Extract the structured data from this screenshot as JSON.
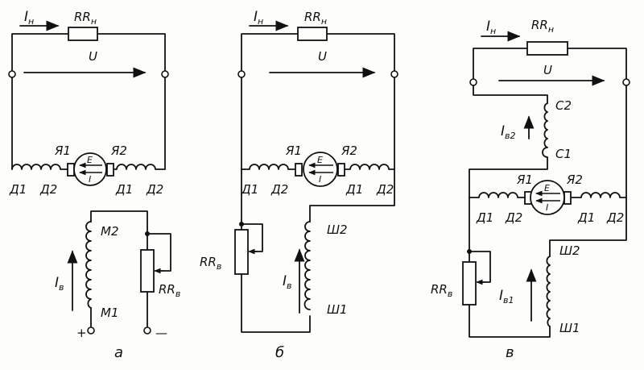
{
  "diagrams": [
    {
      "caption": "а",
      "load_current": "I",
      "load_current_sub": "н",
      "load_resistor": "RR",
      "load_resistor_sub": "н",
      "voltage": "U",
      "armature_left": "Я1",
      "armature_right": "Я2",
      "emf": "E",
      "armature_current": "I",
      "series_left_a": "Д1",
      "series_left_b": "Д2",
      "series_right_a": "Д1",
      "series_right_b": "Д2",
      "field_top": "M2",
      "field_bottom": "M1",
      "field_current": "I",
      "field_current_sub": "в",
      "field_resistor": "RR",
      "field_resistor_sub": "в",
      "plus": "+",
      "minus": "—"
    },
    {
      "caption": "б",
      "load_current": "I",
      "load_current_sub": "н",
      "load_resistor": "RR",
      "load_resistor_sub": "н",
      "voltage": "U",
      "armature_left": "Я1",
      "armature_right": "Я2",
      "emf": "E",
      "armature_current": "I",
      "series_left_a": "Д1",
      "series_left_b": "Д2",
      "series_right_a": "Д1",
      "series_right_b": "Д2",
      "field_resistor": "RR",
      "field_resistor_sub": "в",
      "field_current": "I",
      "field_current_sub": "в",
      "field_top": "Ш2",
      "field_bottom": "Ш1"
    },
    {
      "caption": "в",
      "load_current": "I",
      "load_current_sub": "н",
      "load_resistor": "RR",
      "load_resistor_sub": "н",
      "voltage": "U",
      "series_top": "C2",
      "series_bottom": "C1",
      "series_current": "I",
      "series_current_sub": "в2",
      "armature_left": "Я1",
      "armature_right": "Я2",
      "emf": "E",
      "armature_current": "I",
      "series_left_a": "Д1",
      "series_left_b": "Д2",
      "series_right_a": "Д1",
      "series_right_b": "Д2",
      "field_resistor": "RR",
      "field_resistor_sub": "в",
      "field_current": "I",
      "field_current_sub": "в1",
      "field_top": "Ш2",
      "field_bottom": "Ш1"
    }
  ]
}
